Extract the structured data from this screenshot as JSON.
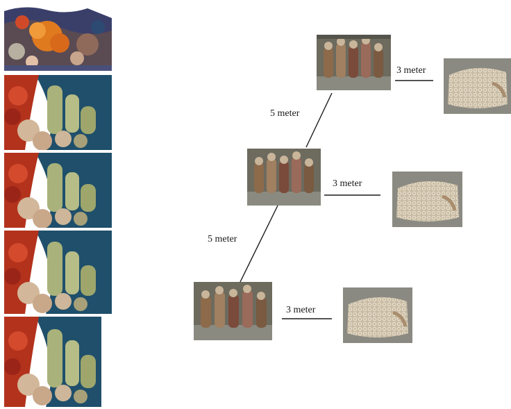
{
  "coral_photos": [
    {
      "name": "coral-reef-photo-1",
      "kind": "reef"
    },
    {
      "name": "coral-reef-photo-2",
      "kind": "branch"
    },
    {
      "name": "coral-reef-photo-3",
      "kind": "branch"
    },
    {
      "name": "coral-reef-photo-4",
      "kind": "branch"
    },
    {
      "name": "coral-reef-photo-5",
      "kind": "branch"
    }
  ],
  "stations": [
    {
      "name": "station-top",
      "distance_to_cage_label": "3 meter"
    },
    {
      "name": "station-middle",
      "distance_to_cage_label": "3 meter"
    },
    {
      "name": "station-bottom",
      "distance_to_cage_label": "3 meter"
    }
  ],
  "station_links": [
    {
      "name": "link-top-middle",
      "label": "5 meter"
    },
    {
      "name": "link-middle-bottom",
      "label": "5 meter"
    }
  ],
  "colors": {
    "line": "#1a1a1a",
    "coral_red": "#b3321c",
    "coral_green": "#a9b27a",
    "water_blue": "#1f4f6b",
    "cage_mesh": "#d9cdb8"
  }
}
